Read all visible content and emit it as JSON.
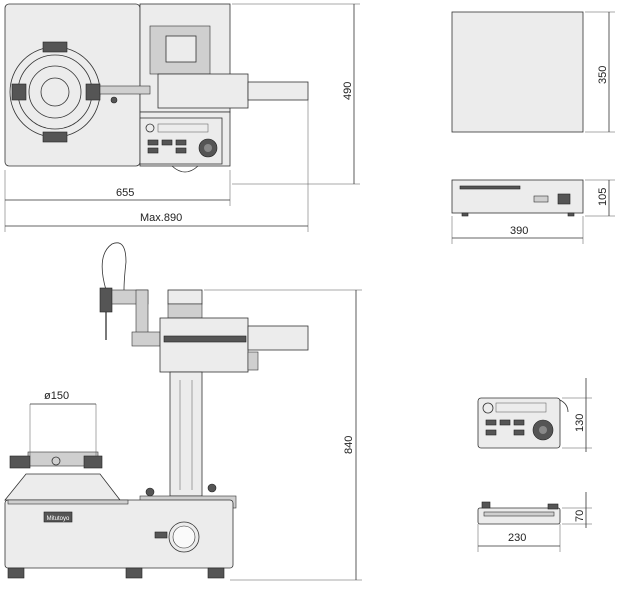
{
  "dimensions": {
    "top_height": "490",
    "top_width": "655",
    "top_max_width": "Max.890",
    "box_top_depth": "350",
    "box_front_height": "105",
    "box_width": "390",
    "front_height": "840",
    "table_diameter": "ø150",
    "panel_height": "130",
    "panel_side_height": "70",
    "panel_width": "230"
  },
  "brand": {
    "base_logo": "Mitutoyo"
  }
}
